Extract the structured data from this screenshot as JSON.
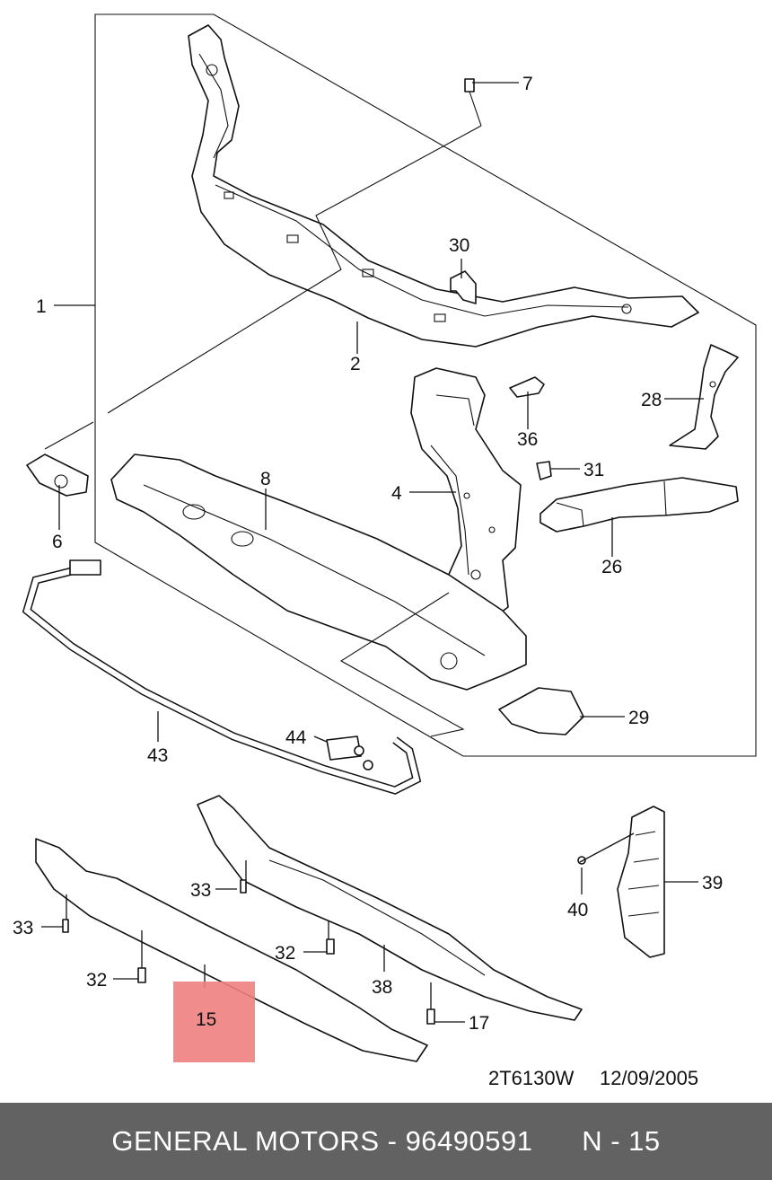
{
  "callouts": {
    "c1": "1",
    "c2": "2",
    "c4": "4",
    "c6": "6",
    "c7": "7",
    "c8": "8",
    "c15": "15",
    "c17": "17",
    "c26": "26",
    "c28": "28",
    "c29": "29",
    "c30": "30",
    "c31": "31",
    "c32a": "32",
    "c32b": "32",
    "c33a": "33",
    "c33b": "33",
    "c36": "36",
    "c38": "38",
    "c39": "39",
    "c40": "40",
    "c43": "43",
    "c44": "44"
  },
  "stamp": {
    "code": "2T6130W",
    "date": "12/09/2005"
  },
  "highlight": {
    "part_number": "15",
    "color": "#f08080"
  },
  "footer": {
    "brand": "GENERAL MOTORS",
    "separator": " - ",
    "part_no": "96490591",
    "position": "N - 15",
    "background": "#626262"
  }
}
